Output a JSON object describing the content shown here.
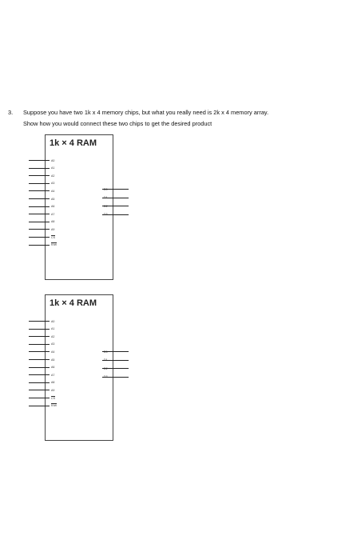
{
  "question": {
    "number": "3.",
    "line1": "Suppose you have two 1k x 4 memory chips, but what you really need is 2k x 4 memory array.",
    "line2": "Show how you would connect these two chips to get the desired product"
  },
  "chips": [
    {
      "title": "1k × 4 RAM",
      "address_pins": [
        "A0",
        "A1",
        "A2",
        "A3",
        "A4",
        "A5",
        "A6",
        "A7",
        "A8",
        "A9"
      ],
      "control_pins": [
        "CS",
        "R/W"
      ],
      "data_pins": [
        "D0",
        "D1",
        "D2",
        "D3"
      ]
    },
    {
      "title": "1k × 4 RAM",
      "address_pins": [
        "A0",
        "A1",
        "A2",
        "A3",
        "A4",
        "A5",
        "A6",
        "A7",
        "A8",
        "A9"
      ],
      "control_pins": [
        "CS",
        "R/W"
      ],
      "data_pins": [
        "D0",
        "D1",
        "D2",
        "D3"
      ]
    }
  ]
}
